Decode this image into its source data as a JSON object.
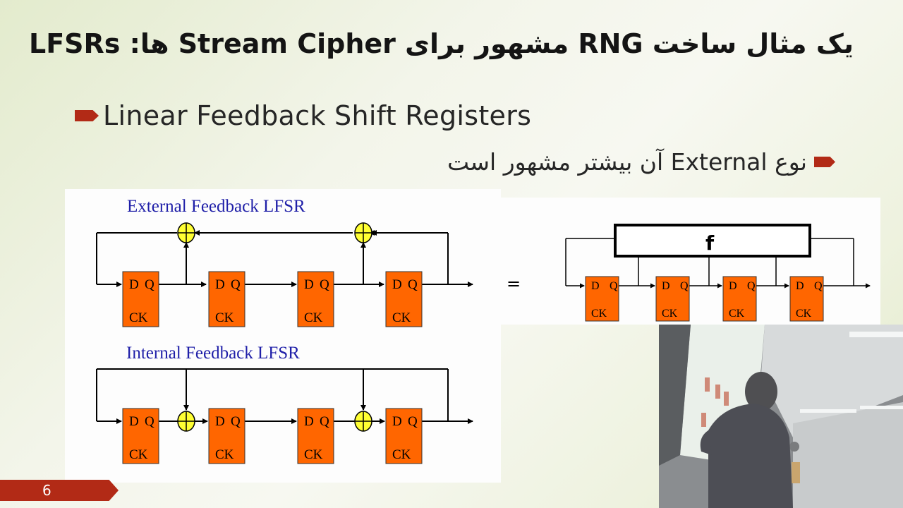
{
  "slide": {
    "title": "یک مثال ساخت RNG مشهور برای Stream Cipher ها: LFSRs",
    "bullets": [
      {
        "level": 1,
        "text": "Linear Feedback Shift Registers",
        "icon": "arrow-bullet-icon"
      },
      {
        "level": 2,
        "text": "نوع External آن بیشتر مشهور است",
        "icon": "arrow-bullet-icon"
      }
    ],
    "slide_number": "6",
    "accent_color": "#b22a16"
  },
  "diagrams": {
    "external": {
      "title": "External Feedback LFSR",
      "register_labels": {
        "d": "D",
        "q": "Q",
        "ck": "CK"
      },
      "register_count": 4,
      "xor_count": 2
    },
    "internal": {
      "title": "Internal Feedback LFSR",
      "register_labels": {
        "d": "D",
        "q": "Q",
        "ck": "CK"
      },
      "register_count": 4,
      "xor_count": 2
    },
    "equivalent": {
      "equals": "=",
      "function_label": "f",
      "register_labels": {
        "d": "D",
        "q": "Q",
        "ck": "CK"
      },
      "register_count": 4
    },
    "colors": {
      "register": "#ff6600",
      "xor": "#ffff33",
      "title": "#1f1fa8",
      "line": "#000000"
    }
  },
  "webcam": {
    "description": "lecturer pointing at projected slide"
  }
}
